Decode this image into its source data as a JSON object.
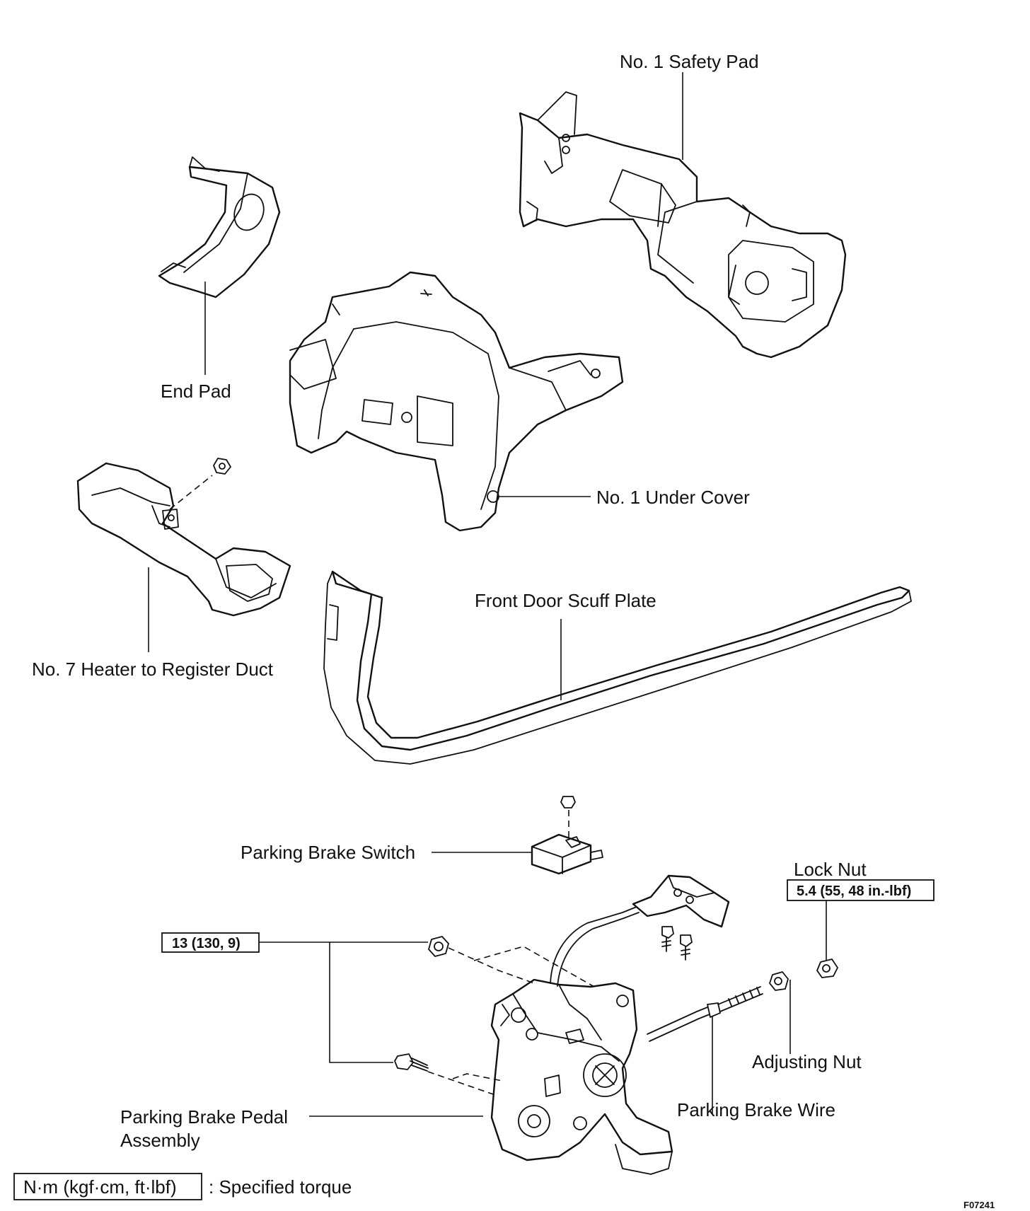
{
  "diagram": {
    "labels": {
      "safety_pad": "No. 1 Safety Pad",
      "end_pad": "End Pad",
      "under_cover": "No. 1 Under Cover",
      "heater_duct": "No. 7 Heater to Register Duct",
      "scuff_plate": "Front Door Scuff Plate",
      "brake_switch": "Parking Brake Switch",
      "lock_nut": "Lock Nut",
      "adjusting_nut": "Adjusting Nut",
      "brake_wire": "Parking Brake Wire",
      "pedal_assembly_line1": "Parking Brake Pedal",
      "pedal_assembly_line2": "Assembly"
    },
    "torque": {
      "lock_nut": "5.4 (55, 48 in.-lbf)",
      "pedal_bolts": "13 (130, 9)"
    },
    "legend": {
      "unit": "N·m (kgf·cm, ft·lbf)",
      "description": ": Specified torque"
    },
    "figure_code": "F07241"
  }
}
